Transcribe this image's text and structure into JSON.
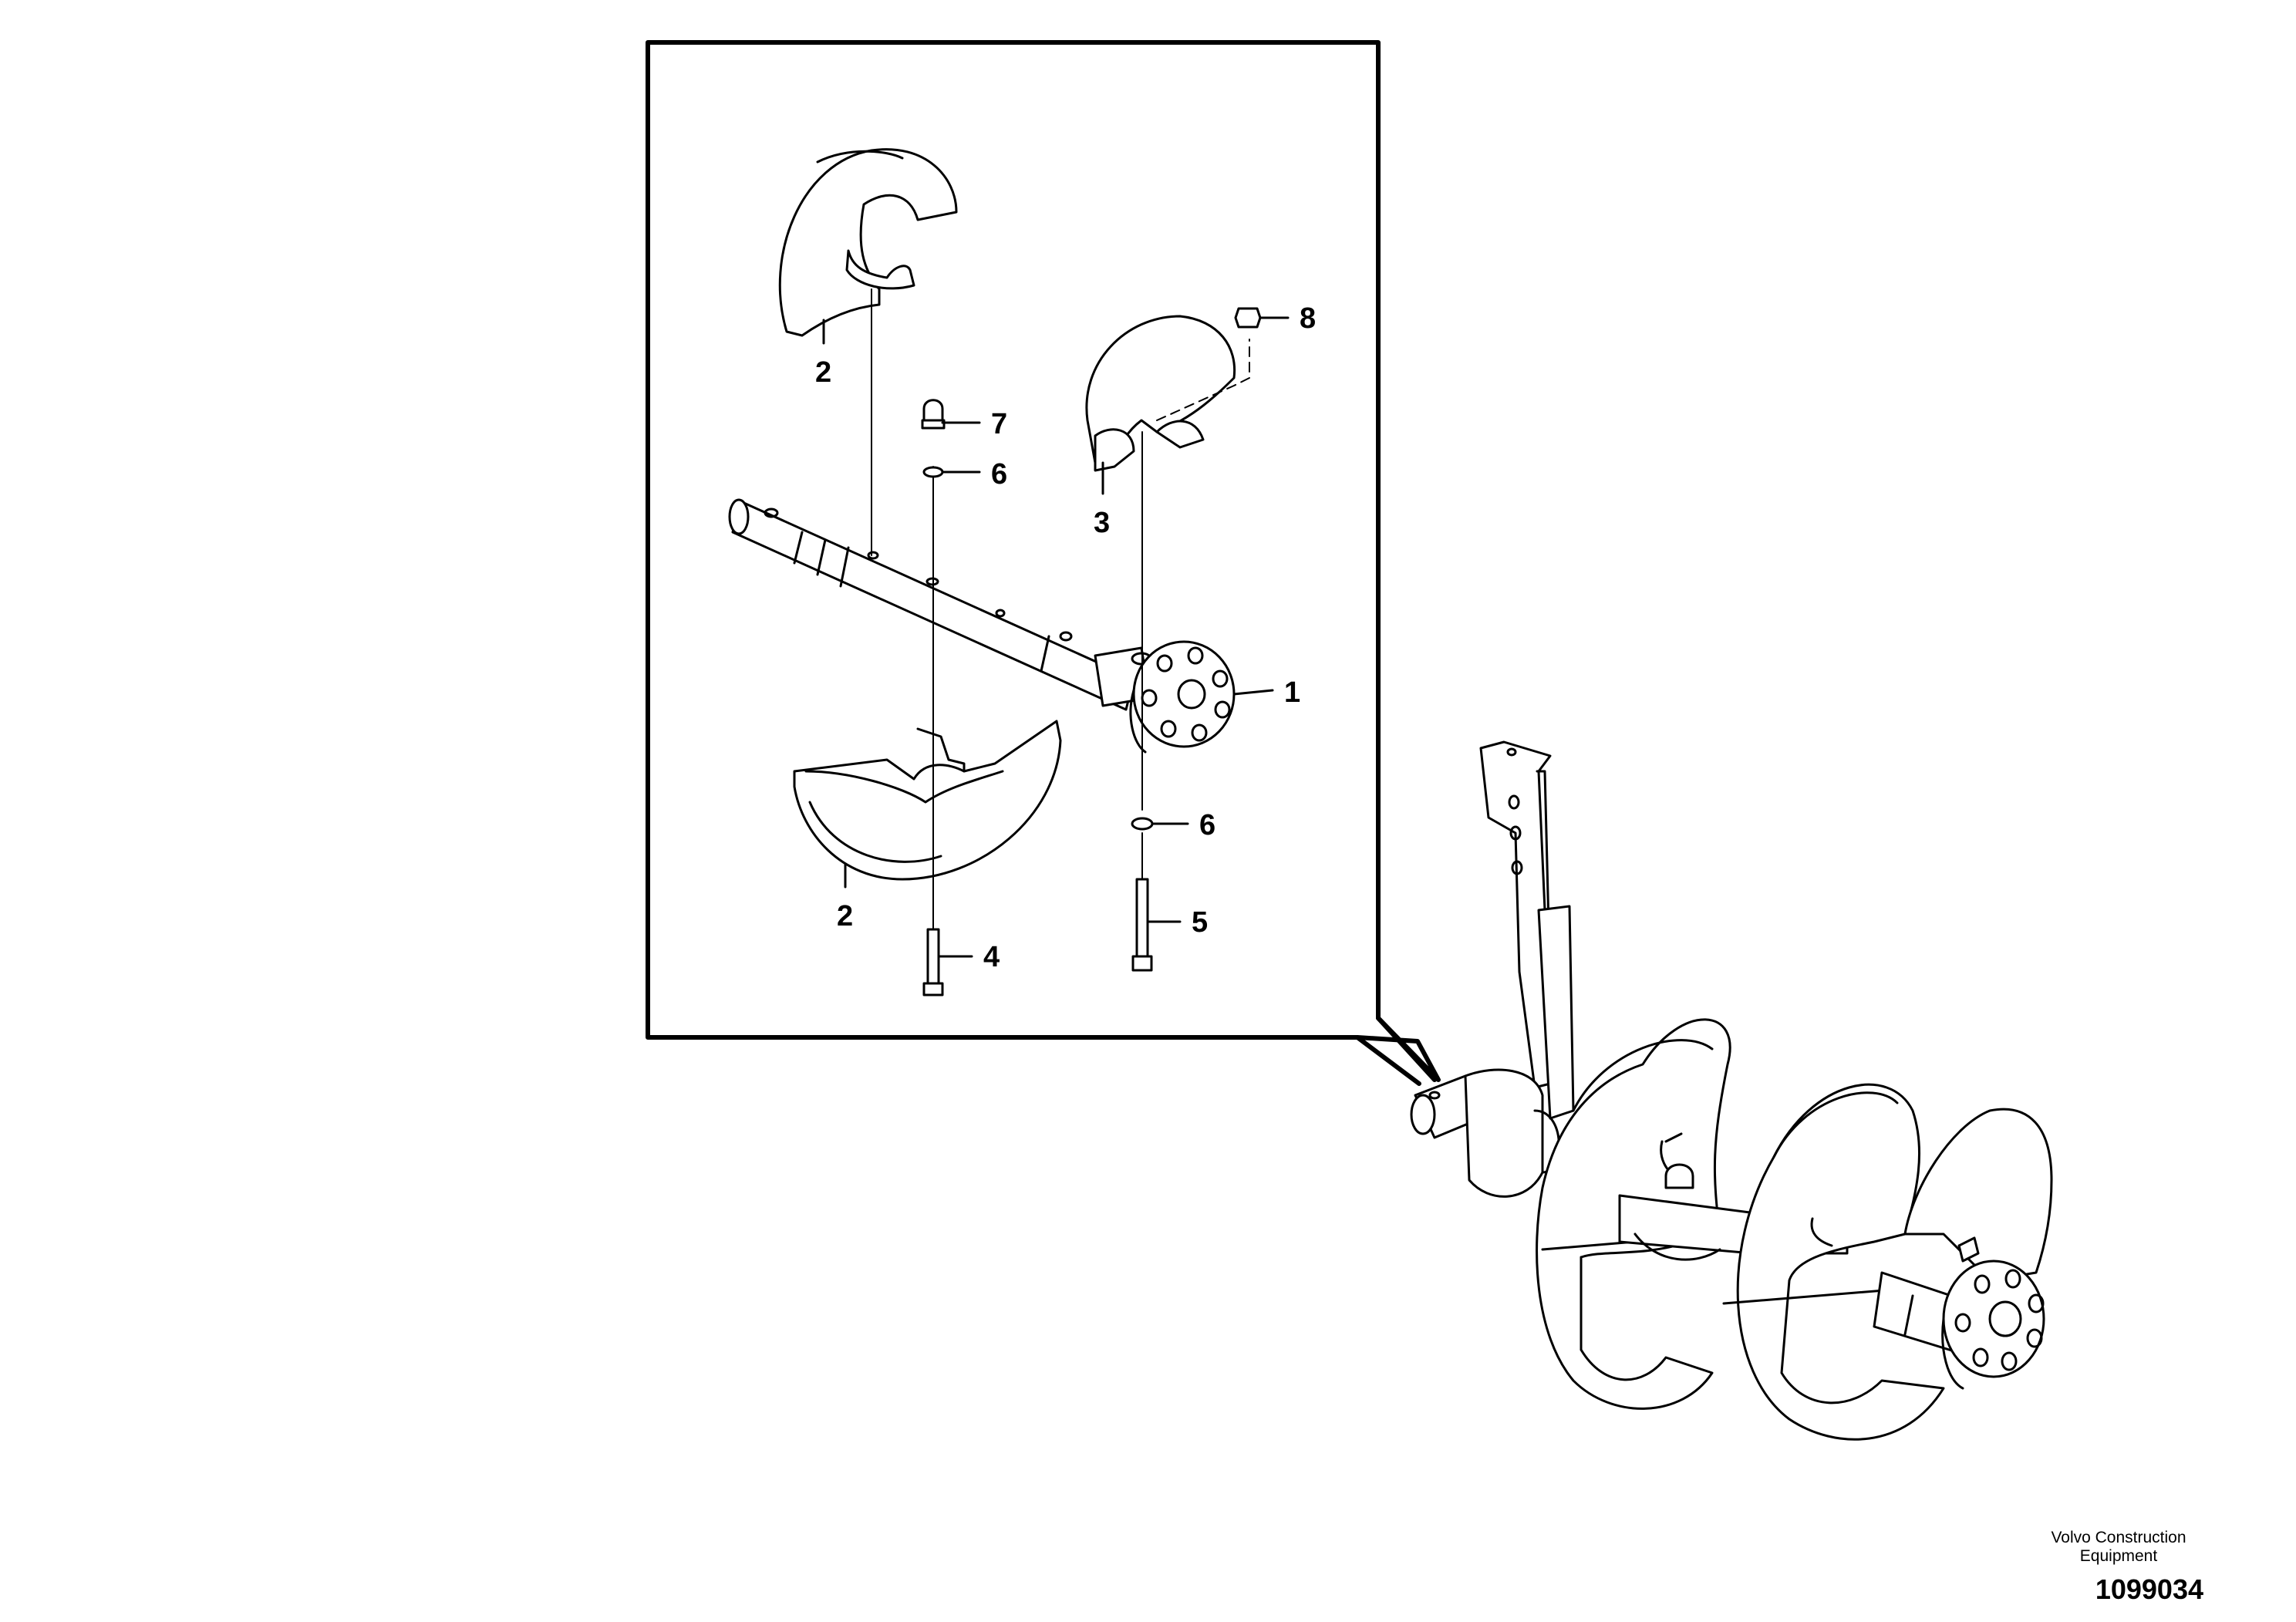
{
  "callouts": [
    {
      "id": "1",
      "label": "1"
    },
    {
      "id": "2a",
      "label": "2"
    },
    {
      "id": "2b",
      "label": "2"
    },
    {
      "id": "3",
      "label": "3"
    },
    {
      "id": "4",
      "label": "4"
    },
    {
      "id": "5",
      "label": "5"
    },
    {
      "id": "6a",
      "label": "6"
    },
    {
      "id": "6b",
      "label": "6"
    },
    {
      "id": "7",
      "label": "7"
    },
    {
      "id": "8",
      "label": "8"
    }
  ],
  "footer": {
    "brand_line1": "Volvo Construction",
    "brand_line2": "Equipment",
    "doc_number": "1099034"
  },
  "colors": {
    "ink": "#000000",
    "paper": "#ffffff"
  }
}
